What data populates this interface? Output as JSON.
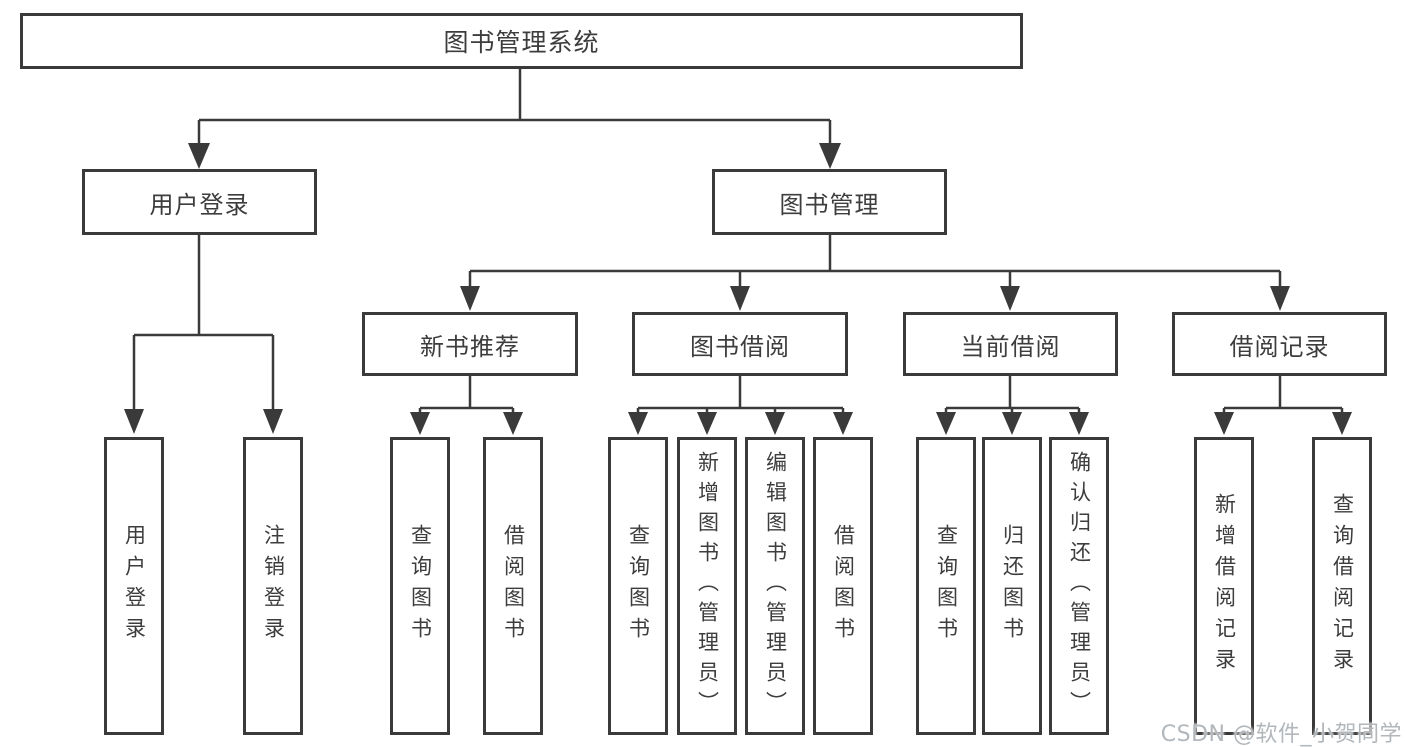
{
  "tree": {
    "label": "图书管理系统",
    "children": [
      {
        "label": "用户登录",
        "children": [
          {
            "label": "用户登录"
          },
          {
            "label": "注销登录"
          }
        ]
      },
      {
        "label": "图书管理",
        "children": [
          {
            "label": "新书推荐",
            "children": [
              {
                "label": "查询图书"
              },
              {
                "label": "借阅图书"
              }
            ]
          },
          {
            "label": "图书借阅",
            "children": [
              {
                "label": "查询图书"
              },
              {
                "label": "新增图书（管理员）"
              },
              {
                "label": "编辑图书（管理员）"
              },
              {
                "label": "借阅图书"
              }
            ]
          },
          {
            "label": "当前借阅",
            "children": [
              {
                "label": "查询图书"
              },
              {
                "label": "归还图书"
              },
              {
                "label": "确认归还（管理员）"
              }
            ]
          },
          {
            "label": "借阅记录",
            "children": [
              {
                "label": "新增借阅记录"
              },
              {
                "label": "查询借阅记录"
              }
            ]
          }
        ]
      }
    ]
  },
  "watermark": {
    "text": "CSDN @软件_小贺同学"
  },
  "colors": {
    "background": "#ffffff",
    "line": "#3a3a3a",
    "box_border": "#3a3a3a",
    "text": "#3d3d3d",
    "watermark": "#b2b7bc"
  }
}
